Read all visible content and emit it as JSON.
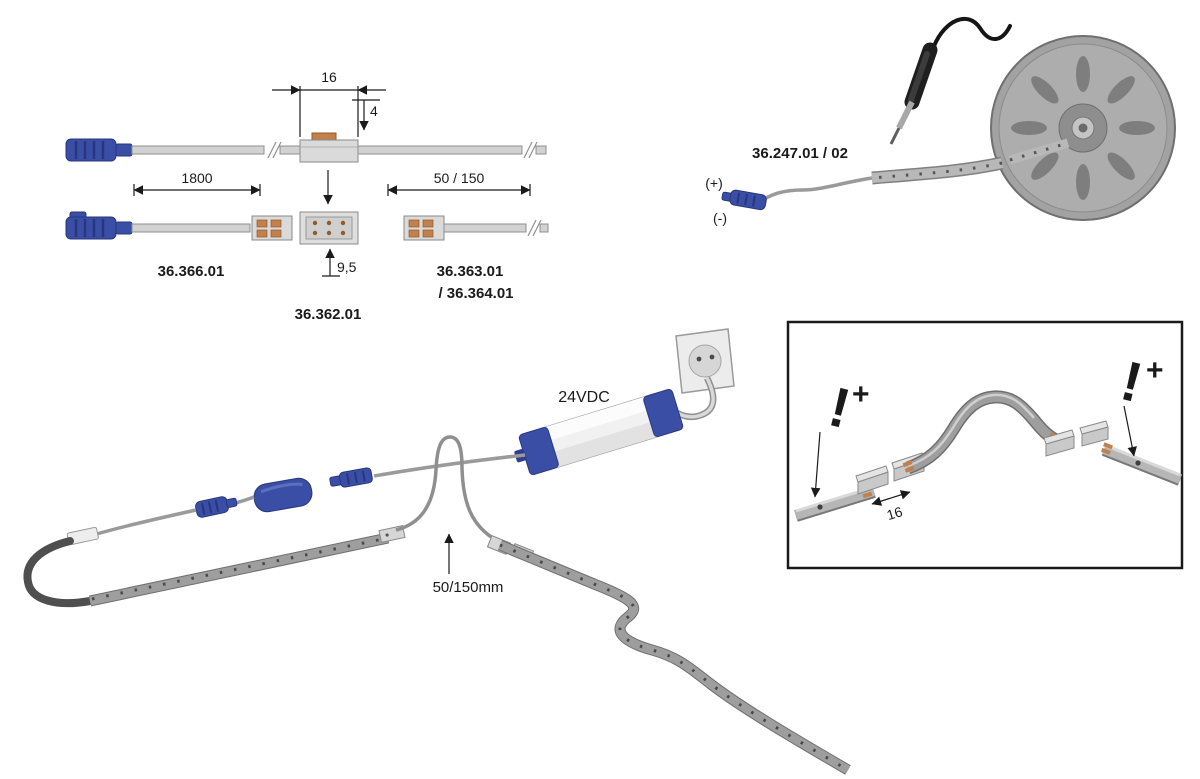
{
  "detail_drawing": {
    "dim_width": "16",
    "dim_height": "4",
    "dim_cable": "1800",
    "dim_strip": "50 / 150",
    "dim_depth": "9,5",
    "part_lead": "36.366.01",
    "part_strip_a": "36.363.01",
    "part_strip_b": "/ 36.364.01",
    "part_connector": "36.362.01"
  },
  "reel_view": {
    "part_number": "36.247.01 / 02",
    "polarity_plus": "(+)",
    "polarity_minus": "(-)"
  },
  "install_view": {
    "psu_label": "24VDC",
    "jumper_length": "50/150mm"
  },
  "inset": {
    "warning_left": "!",
    "plus_left": "+",
    "warning_right": "!",
    "plus_right": "+",
    "dim_pitch": "16"
  },
  "colors": {
    "connector_blue": "#3b4ea5",
    "copper": "#c1804c",
    "strip_gray": "#9e9e9e"
  }
}
